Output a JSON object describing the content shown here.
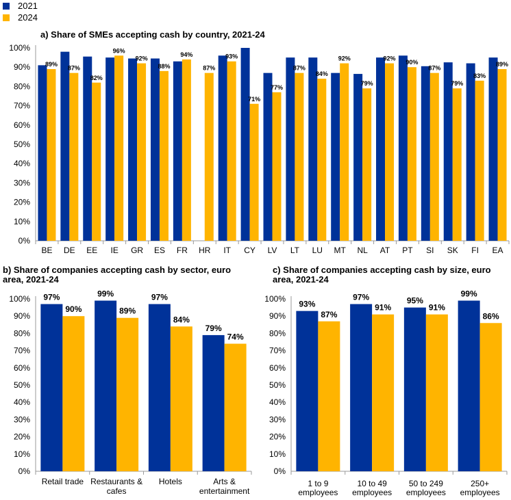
{
  "legend": [
    {
      "label": "2021",
      "color": "#003299"
    },
    {
      "label": "2024",
      "color": "#FFB400"
    }
  ],
  "chart_data": [
    {
      "type": "bar",
      "title": "a) Share of SMEs accepting cash by country, 2021-24",
      "categories": [
        "BE",
        "DE",
        "EE",
        "IE",
        "GR",
        "ES",
        "FR",
        "HR",
        "IT",
        "CY",
        "LV",
        "LT",
        "LU",
        "MT",
        "NL",
        "AT",
        "PT",
        "SI",
        "SK",
        "FI",
        "EA"
      ],
      "series": [
        {
          "name": "2021",
          "color": "#003299",
          "values": [
            91,
            98,
            95.5,
            95,
            94.5,
            94.5,
            93,
            null,
            96,
            100,
            87,
            95,
            95,
            87,
            86.5,
            95,
            96,
            90.5,
            92.5,
            92,
            95
          ],
          "labels": [
            "",
            "",
            "",
            "",
            "",
            "",
            "",
            "",
            "",
            "",
            "",
            "",
            "",
            "",
            "",
            "",
            "",
            "",
            "",
            "",
            ""
          ]
        },
        {
          "name": "2024",
          "color": "#FFB400",
          "values": [
            89,
            87,
            82,
            96,
            92,
            88,
            94,
            87,
            93,
            71,
            77,
            87,
            84,
            92,
            79,
            92,
            90,
            87,
            79,
            83,
            89
          ],
          "labels": [
            "89%",
            "87%",
            "82%",
            "96%",
            "92%",
            "88%",
            "94%",
            "87%",
            "93%",
            "71%",
            "77%",
            "87%",
            "84%",
            "92%",
            "79%",
            "92%",
            "90%",
            "87%",
            "79%",
            "83%",
            "89%"
          ]
        }
      ],
      "ylim": [
        0,
        100
      ],
      "yticks": [
        "0%",
        "10%",
        "20%",
        "30%",
        "40%",
        "50%",
        "60%",
        "70%",
        "80%",
        "90%",
        "100%"
      ]
    },
    {
      "type": "bar",
      "title": "b) Share of companies accepting cash by sector, euro area, 2021-24",
      "categories": [
        [
          "Retail trade"
        ],
        [
          "Restaurants &",
          "cafes"
        ],
        [
          "Hotels"
        ],
        [
          "Arts &",
          "entertainment"
        ]
      ],
      "series": [
        {
          "name": "2021",
          "color": "#003299",
          "values": [
            97,
            99,
            97,
            79
          ],
          "labels": [
            "97%",
            "99%",
            "97%",
            "79%"
          ]
        },
        {
          "name": "2024",
          "color": "#FFB400",
          "values": [
            90,
            89,
            84,
            74
          ],
          "labels": [
            "90%",
            "89%",
            "84%",
            "74%"
          ]
        }
      ],
      "ylim": [
        0,
        100
      ],
      "yticks": [
        "0%",
        "10%",
        "20%",
        "30%",
        "40%",
        "50%",
        "60%",
        "70%",
        "80%",
        "90%",
        "100%"
      ]
    },
    {
      "type": "bar",
      "title": "c) Share of companies accepting cash by size, euro area, 2021-24",
      "categories": [
        [
          "1 to 9",
          "employees"
        ],
        [
          "10 to 49",
          "employees"
        ],
        [
          "50 to 249",
          "employees"
        ],
        [
          "250+",
          "employees"
        ]
      ],
      "series": [
        {
          "name": "2021",
          "color": "#003299",
          "values": [
            93,
            97,
            95,
            99
          ],
          "labels": [
            "93%",
            "97%",
            "95%",
            "99%"
          ]
        },
        {
          "name": "2024",
          "color": "#FFB400",
          "values": [
            87,
            91,
            91,
            86
          ],
          "labels": [
            "87%",
            "91%",
            "91%",
            "86%"
          ]
        }
      ],
      "ylim": [
        0,
        100
      ],
      "yticks": [
        "0%",
        "10%",
        "20%",
        "30%",
        "40%",
        "50%",
        "60%",
        "70%",
        "80%",
        "90%",
        "100%"
      ]
    }
  ]
}
